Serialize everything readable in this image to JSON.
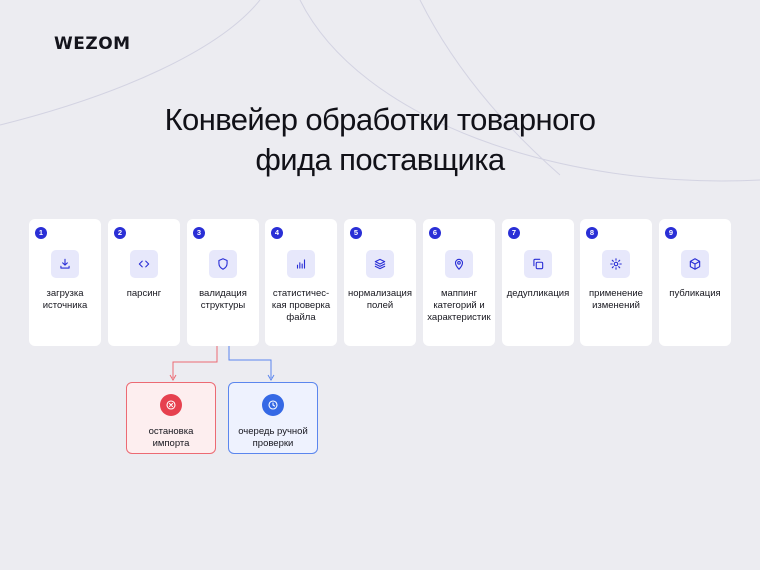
{
  "brand": {
    "logo": "WEZOM"
  },
  "title": {
    "line1": "Конвейер обработки товарного",
    "line2": "фида поставщика"
  },
  "steps": [
    {
      "num": "1",
      "icon": "download-icon",
      "label_lines": [
        "загрузка",
        "источника"
      ]
    },
    {
      "num": "2",
      "icon": "code-icon",
      "label_lines": [
        "парсинг"
      ]
    },
    {
      "num": "3",
      "icon": "shield-icon",
      "label_lines": [
        "валидация",
        "структуры"
      ]
    },
    {
      "num": "4",
      "icon": "bar-chart-icon",
      "label_lines": [
        "статистичес-",
        "кая проверка",
        "файла"
      ]
    },
    {
      "num": "5",
      "icon": "layers-icon",
      "label_lines": [
        "нормализация",
        "полей"
      ]
    },
    {
      "num": "6",
      "icon": "map-pin-icon",
      "label_lines": [
        "маппинг",
        "категорий и",
        "характеристик"
      ]
    },
    {
      "num": "7",
      "icon": "copy-icon",
      "label_lines": [
        "дедупликация"
      ]
    },
    {
      "num": "8",
      "icon": "gear-icon",
      "label_lines": [
        "применение",
        "изменений"
      ]
    },
    {
      "num": "9",
      "icon": "box-icon",
      "label_lines": [
        "публикация"
      ]
    }
  ],
  "branches": {
    "stop": {
      "icon": "x-circle-icon",
      "label_lines": [
        "остановка",
        "импорта"
      ],
      "color": "#e6414f"
    },
    "queue": {
      "icon": "clock-icon",
      "label_lines": [
        "очередь ручной",
        "проверки"
      ],
      "color": "#3569e5"
    }
  },
  "colors": {
    "accent": "#2a2fd6",
    "icon_bg": "#e7e8fb",
    "background": "#ececf1",
    "error": "#e6414f",
    "info": "#3569e5"
  }
}
